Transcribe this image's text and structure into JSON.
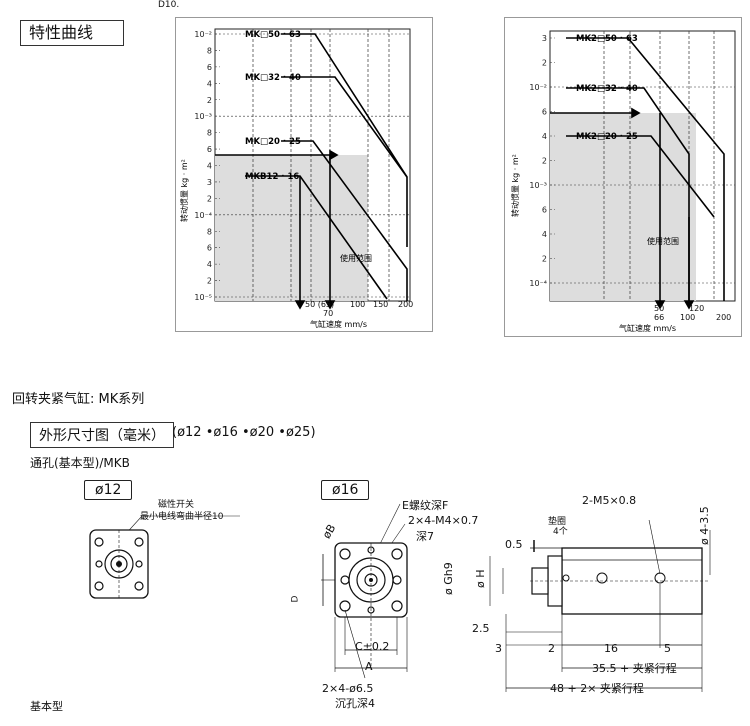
{
  "header": {
    "cut_text": "D10.",
    "section_title": "特性曲线"
  },
  "chart_data": [
    {
      "type": "line",
      "title": "",
      "xlabel": "气缸速度 mm/s",
      "ylabel": "转动惯量 kg · m²",
      "x_ticks": [
        "50 (65)",
        "70",
        "100",
        "150",
        "200"
      ],
      "y_ticks": [
        "10⁻²",
        "8",
        "6",
        "4",
        "2",
        "10⁻³",
        "8",
        "6",
        "4",
        "3",
        "2",
        "10⁻⁴",
        "8",
        "6",
        "4",
        "2",
        "10⁻⁵"
      ],
      "legend_labels": [
        "MK□50 · 63",
        "MK□32 · 40",
        "MK□20 · 25",
        "MKB12 · 16"
      ],
      "range_label": "使用范围",
      "series": [
        {
          "name": "MK□50 · 63"
        },
        {
          "name": "MK□32 · 40"
        },
        {
          "name": "MK□20 · 25"
        },
        {
          "name": "MKB12 · 16"
        }
      ]
    },
    {
      "type": "line",
      "title": "",
      "xlabel": "气缸速度 mm/s",
      "ylabel": "转动惯量 kg · m²",
      "x_ticks": [
        "50",
        "66",
        "100",
        "120",
        "200"
      ],
      "y_ticks": [
        "3",
        "2",
        "10⁻²",
        "6",
        "4",
        "2",
        "10⁻³",
        "6",
        "4",
        "2",
        "10⁻⁴"
      ],
      "legend_labels": [
        "MK2□50 · 63",
        "MK2□32 · 40",
        "MK2□20 · 25"
      ],
      "range_label": "使用范围",
      "series": [
        {
          "name": "MK2□50 · 63"
        },
        {
          "name": "MK2□32 · 40"
        },
        {
          "name": "MK2□20 · 25"
        }
      ]
    }
  ],
  "series_heading": "回转夹紧气缸: MK系列",
  "dim_title": "外形尺寸图（毫米）",
  "dim_sizes": "(ø12 •ø16 •ø20 •ø25)",
  "through_hole_label": "通孔(基本型)/MKB",
  "d12": {
    "tag": "ø12",
    "note1": "磁性开关",
    "note2": "最小电线弯曲半径10"
  },
  "d16": {
    "tag": "ø16",
    "phi_b": "øB",
    "e_thread": "E螺纹深F",
    "m4": "2×4-M4×0.7",
    "deep7": "深7",
    "d_label": "D",
    "c_label": "C±0.2",
    "a_label": "A",
    "phi65": "2×4-ø6.5",
    "counterbore": "沉孔深4"
  },
  "side": {
    "washer": "垫圈",
    "four": "4个",
    "m5": "2-M5×0.8",
    "d05": "0.5",
    "d25": "2.5",
    "d3": "3",
    "d2": "2",
    "d16": "16",
    "d5": "5",
    "phi_g9": "ø Gh9",
    "phi_h": "ø H",
    "phi435": "ø 4-3.5",
    "d355": "35.5 + 夹紧行程",
    "d48": "48 + 2× 夹紧行程"
  },
  "footer": "基本型"
}
